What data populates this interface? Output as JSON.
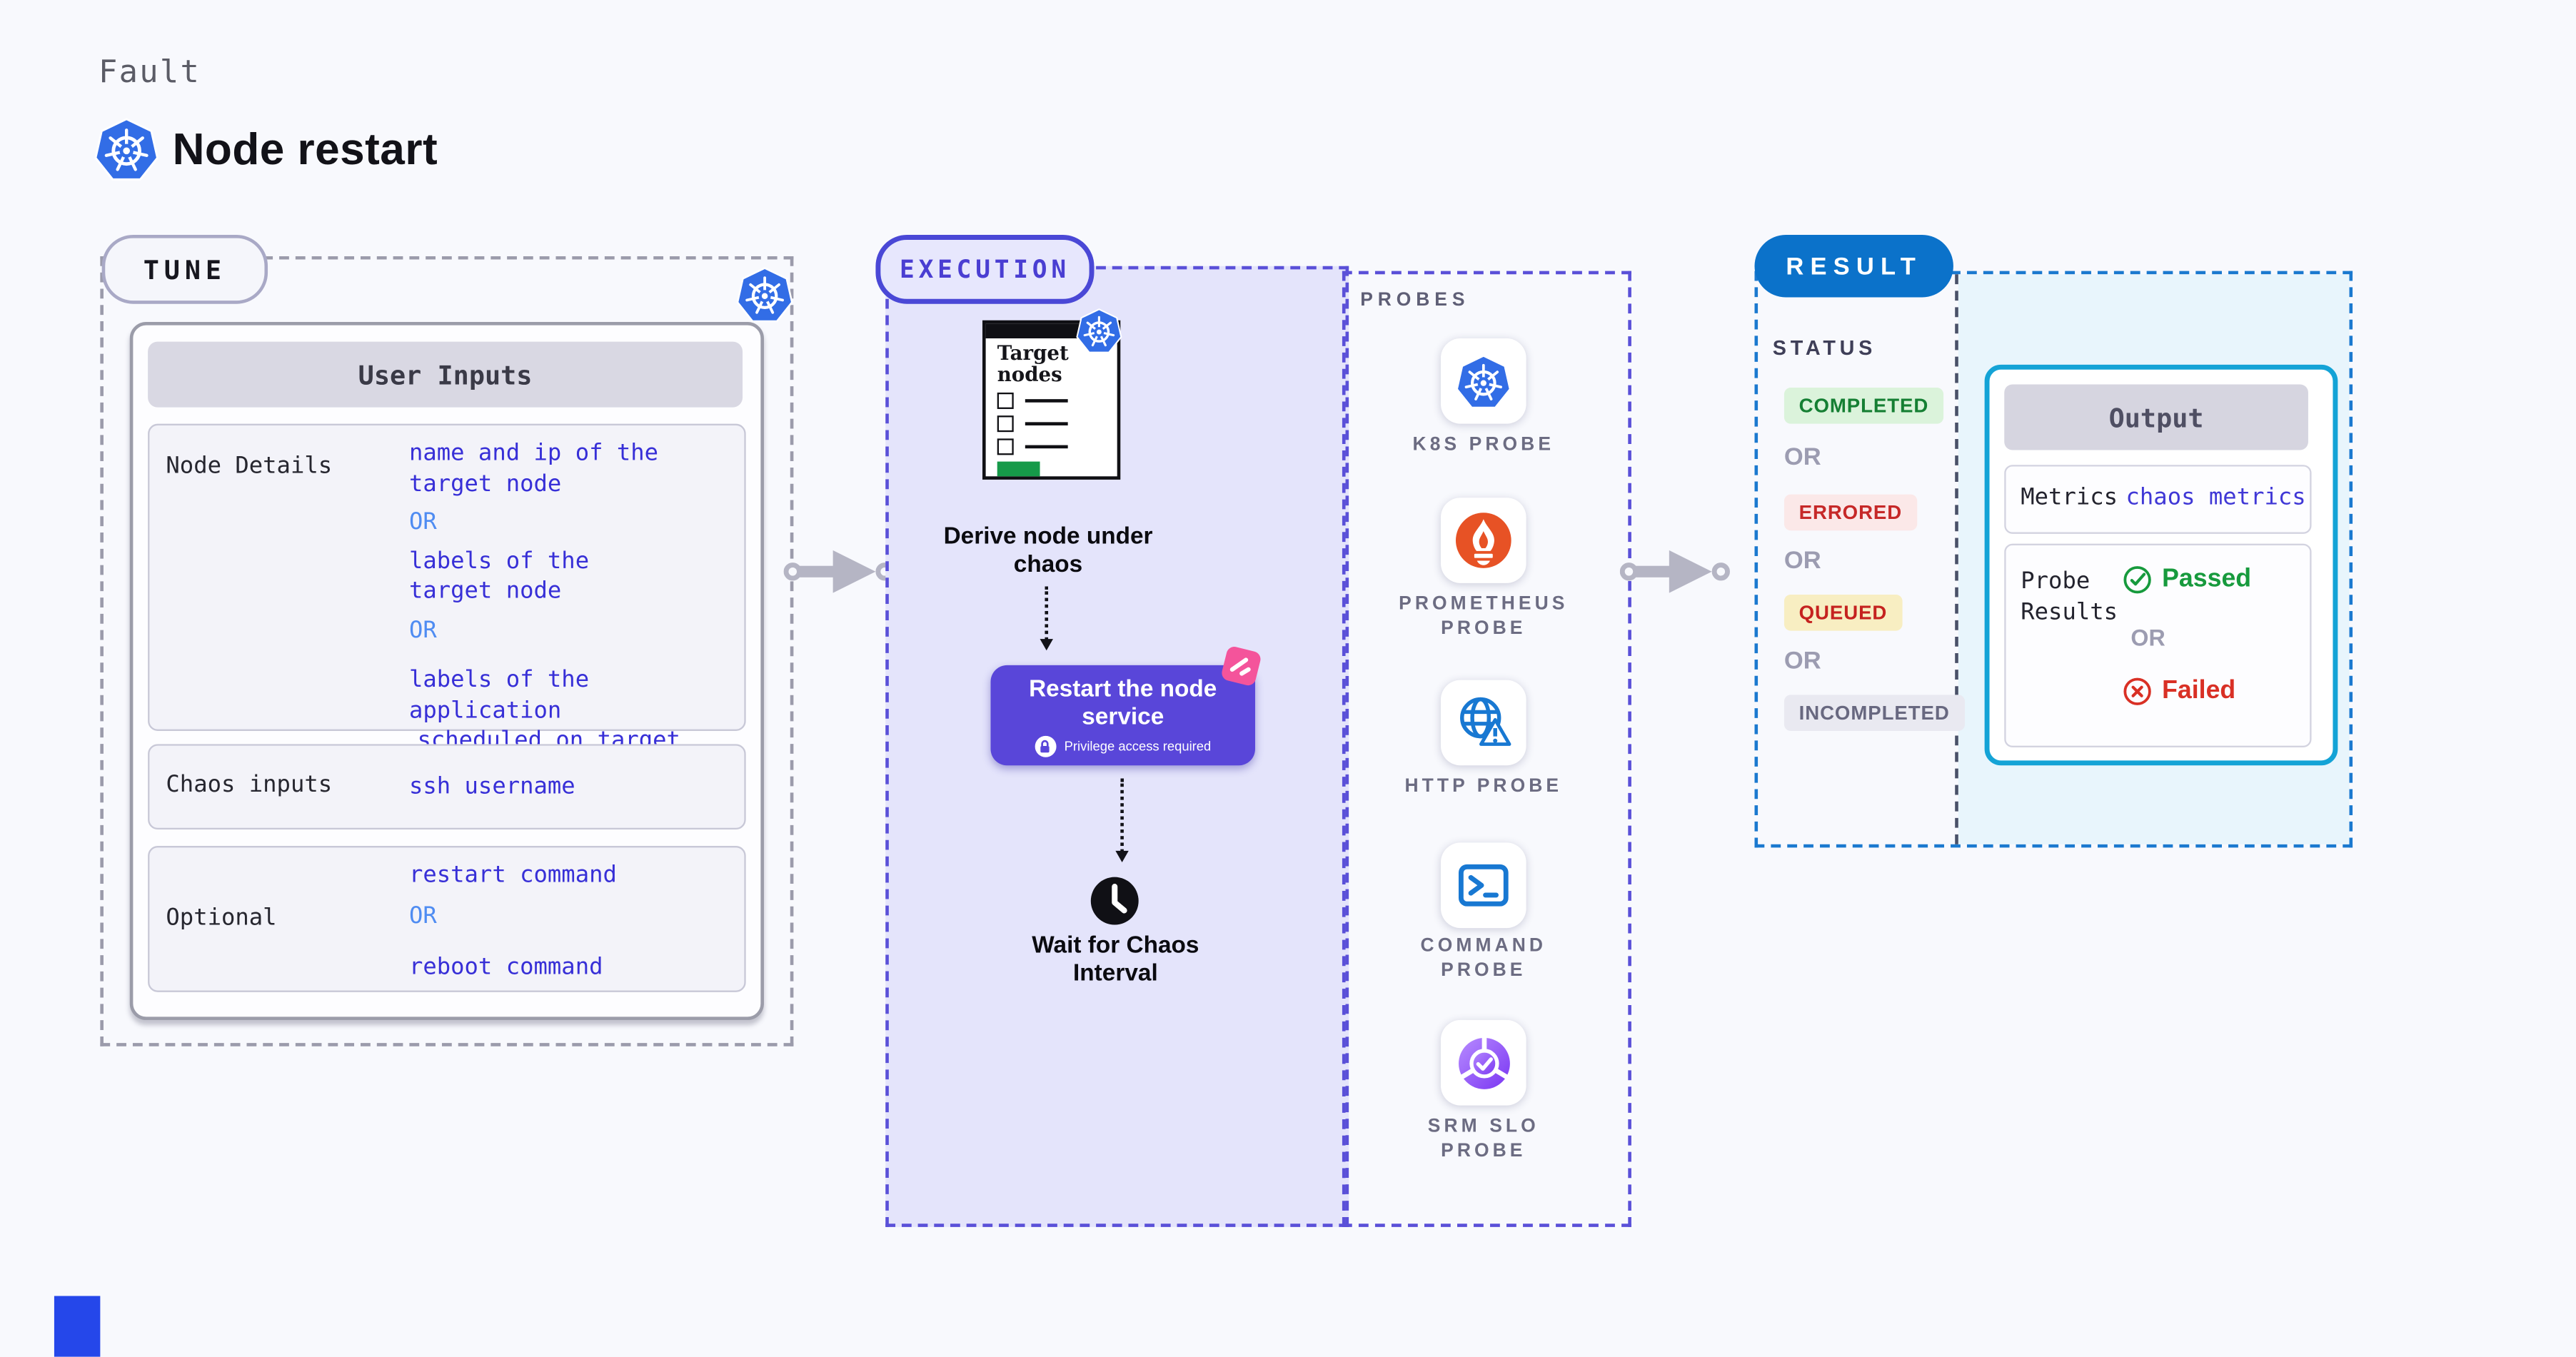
{
  "header": {
    "eyebrow": "Fault",
    "title": "Node restart"
  },
  "tune": {
    "pill": "TUNE",
    "table_header": "User Inputs",
    "rows": {
      "node_details": {
        "label": "Node Details",
        "v1": "name and ip of the",
        "v2": "target node",
        "or1": "OR",
        "v3": "labels of the",
        "v4": "target node",
        "or2": "OR",
        "v5": "labels of the application",
        "v6": "scheduled on target node"
      },
      "chaos_inputs": {
        "label": "Chaos inputs",
        "value": "ssh username"
      },
      "optional": {
        "label": "Optional",
        "v1": "restart command",
        "or": "OR",
        "v2": "reboot command"
      }
    }
  },
  "execution": {
    "pill": "EXECUTION",
    "target_card_title": "Target nodes",
    "step_derive": "Derive node under chaos",
    "step_restart": "Restart the node service",
    "privilege_note": "Privilege access required",
    "step_wait": "Wait for Chaos Interval"
  },
  "probes": {
    "heading": "PROBES",
    "items": [
      {
        "label": "K8S PROBE",
        "icon": "kubernetes-icon"
      },
      {
        "label": "PROMETHEUS PROBE",
        "icon": "prometheus-icon"
      },
      {
        "label": "HTTP PROBE",
        "icon": "globe-warning-icon"
      },
      {
        "label": "COMMAND PROBE",
        "icon": "terminal-icon"
      },
      {
        "label": "SRM SLO PROBE",
        "icon": "slo-donut-icon"
      }
    ]
  },
  "result": {
    "pill": "RESULT",
    "status_heading": "STATUS",
    "statuses": {
      "completed": "COMPLETED",
      "or1": "OR",
      "errored": "ERRORED",
      "or2": "OR",
      "queued": "QUEUED",
      "or3": "OR",
      "incompleted": "INCOMPLETED"
    },
    "output": {
      "header": "Output",
      "metrics_label": "Metrics",
      "metrics_value": "chaos metrics",
      "probe_results_label": "Probe Results",
      "passed": "Passed",
      "or": "OR",
      "failed": "Failed"
    }
  },
  "colors": {
    "accent_purple": "#5946d9",
    "execution_fill": "#e4e4fb",
    "result_blue": "#0b72ca",
    "output_cyan": "#14a3d6",
    "value_blue": "#372fd7",
    "or_blue": "#4f8cf2",
    "passed_green": "#179a3d",
    "failed_red": "#d93025",
    "queued_bg": "#f8eec2",
    "completed_bg": "#dbf3db",
    "k8s_blue": "#326de6",
    "prometheus_orange": "#e75225"
  }
}
